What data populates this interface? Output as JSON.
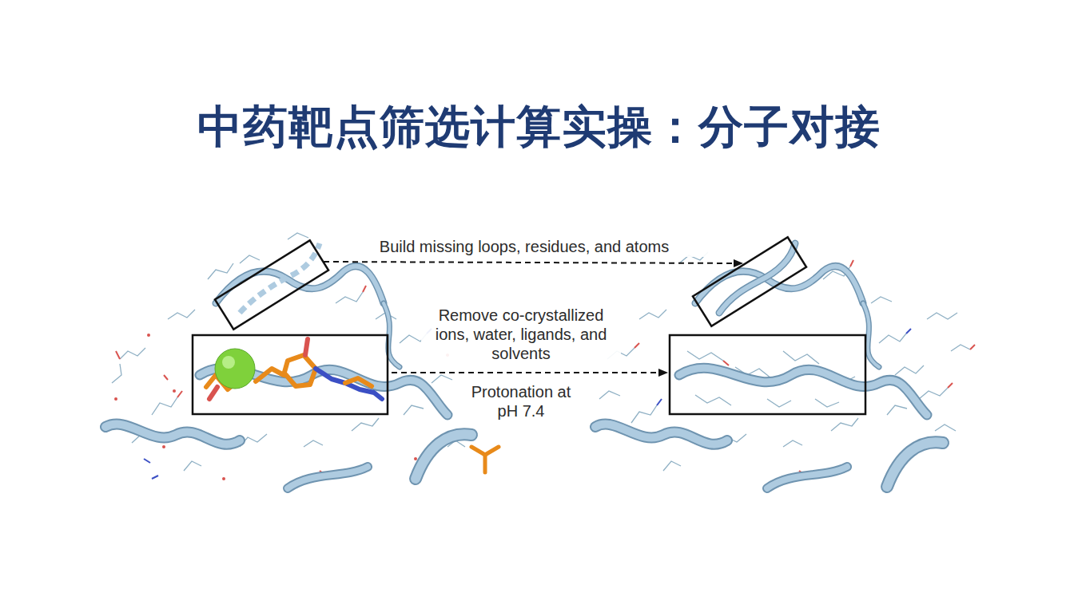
{
  "diagram": {
    "title": "中药靶点筛选计算实操：分子对接",
    "labels": [
      "Build missing loops, residues, and atoms",
      "Remove co-crystallized ions, water, ligands, and solvents",
      "Protonation at pH 7.4"
    ]
  }
}
